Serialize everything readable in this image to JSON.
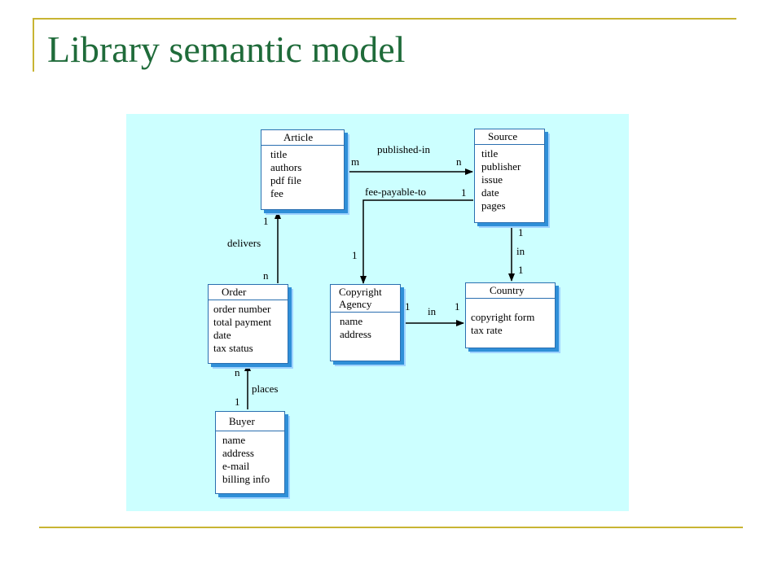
{
  "slide": {
    "title": "Library semantic model",
    "accent_color": "#c8b432",
    "title_color": "#1f6b3a",
    "canvas_color": "#ccffff"
  },
  "entities": {
    "article": {
      "name": "Article",
      "attributes": [
        "title",
        "authors",
        "pdf file",
        "fee"
      ]
    },
    "source": {
      "name": "Source",
      "attributes": [
        "title",
        "publisher",
        "issue",
        "date",
        "pages"
      ]
    },
    "order": {
      "name": "Order",
      "attributes": [
        "order number",
        "total payment",
        "date",
        "tax status"
      ]
    },
    "copyright_agency": {
      "name_line1": "Copyright",
      "name_line2": "Agency",
      "attributes": [
        "name",
        "address"
      ]
    },
    "country": {
      "name": "Country",
      "attributes": [
        "copyright form",
        "tax rate"
      ]
    },
    "buyer": {
      "name": "Buyer",
      "attributes": [
        "name",
        "address",
        "e-mail",
        "billing info"
      ]
    }
  },
  "relationships": {
    "published_in": {
      "label": "published-in",
      "from_card": "m",
      "to_card": "n"
    },
    "fee_payable_to": {
      "label": "fee-payable-to",
      "from_card": "1",
      "to_card": "1"
    },
    "delivers": {
      "label": "delivers",
      "from_card": "n",
      "to_card": "1"
    },
    "source_in": {
      "label": "in",
      "from_card": "1",
      "to_card": "1"
    },
    "agency_in": {
      "label": "in",
      "from_card": "1",
      "to_card": "1"
    },
    "places": {
      "label": "places",
      "from_card": "1",
      "to_card": "n"
    }
  }
}
